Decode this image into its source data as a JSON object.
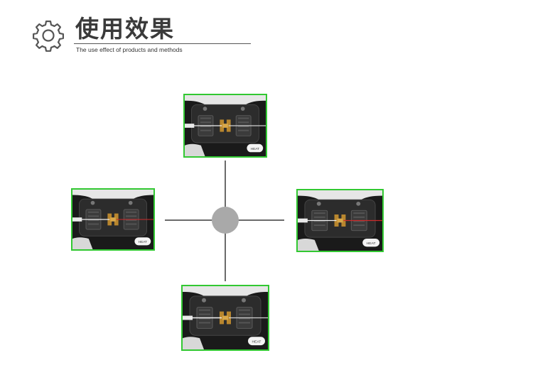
{
  "header": {
    "title": "使用效果",
    "subtitle": "The use effect of products and methods",
    "icon": "gear-icon"
  },
  "colors": {
    "frame_border": "#32c832",
    "hub": "#a9a9a9",
    "lines": "#6b6b6b",
    "title": "#3a3a3a"
  },
  "photos": {
    "top": {
      "button_label": "HEAT"
    },
    "left": {
      "button_label": "HEAT"
    },
    "right": {
      "button_label": "HEAT"
    },
    "bottom": {
      "button_label": "HEAT"
    }
  }
}
